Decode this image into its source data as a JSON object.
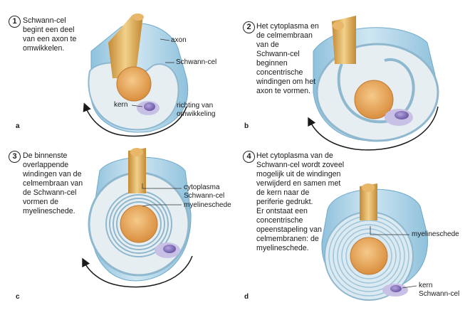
{
  "panels": [
    {
      "number": "1",
      "letter": "a",
      "text": "Schwann-cel\nbegint een deel\nvan een axon te\nomwikkelen.",
      "labels": {
        "axon": "axon",
        "schwann": "Schwann-cel",
        "kern": "kern",
        "richting": "richting van\nomwikkeling"
      }
    },
    {
      "number": "2",
      "letter": "b",
      "text": "Het cytoplasma en\nde celmembraan\nvan de\nSchwann-cel\nbeginnen\nconcentrische\nwindingen om het\naxon te vormen."
    },
    {
      "number": "3",
      "letter": "c",
      "text": "De binnenste\noverlappende\nwindingen van de\ncelmembraan van\nde Schwann-cel\nvormen de\nmyelineschede.",
      "labels": {
        "cytoplasma": "cytoplasma\nSchwann-cel",
        "myeline": "myelineschede"
      }
    },
    {
      "number": "4",
      "letter": "d",
      "text": "Het cytoplasma van de\nSchwann-cel wordt zoveel\nmogelijk uit de windingen\nverwijderd en samen met\nde kern naar de\nperiferie gedrukt.\nEr ontstaat een\nconcentrische\nopeenstapeling van\ncelmembranen: de\nmyelineschede.",
      "labels": {
        "myeline": "myelineschede",
        "kern": "kern\nSchwann-cel"
      }
    }
  ],
  "colors": {
    "membrane": "#a9d2e6",
    "membrane_dark": "#6fa9c9",
    "cytoplasm": "#e6eef2",
    "axon": "#e7a65b",
    "axon_stem": "#d6a14a",
    "nucleus": "#8c7ab8",
    "arrow": "#1a1a1a"
  }
}
